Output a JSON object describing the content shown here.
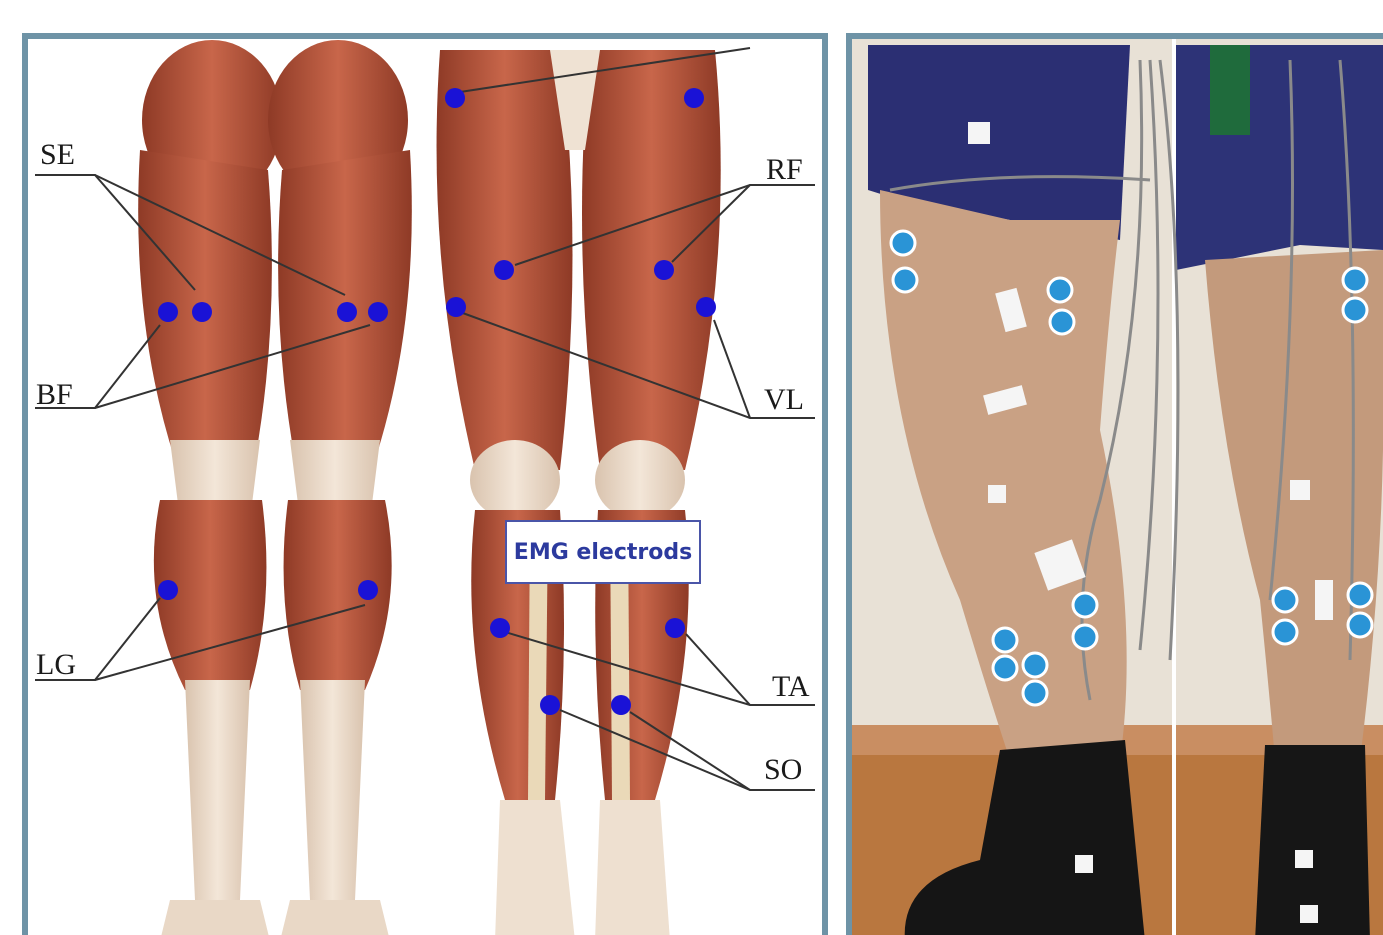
{
  "labels": {
    "se": "SE",
    "bf": "BF",
    "lg": "LG",
    "rf": "RF",
    "vl": "VL",
    "ta": "TA",
    "so": "SO"
  },
  "callout": "EMG electrods",
  "colors": {
    "frame": "#6e93a6",
    "electrode_dot": "#1a12d6",
    "muscle": "#b5533a",
    "tendon": "#ead8c8",
    "callout_text": "#2c3a9e"
  }
}
